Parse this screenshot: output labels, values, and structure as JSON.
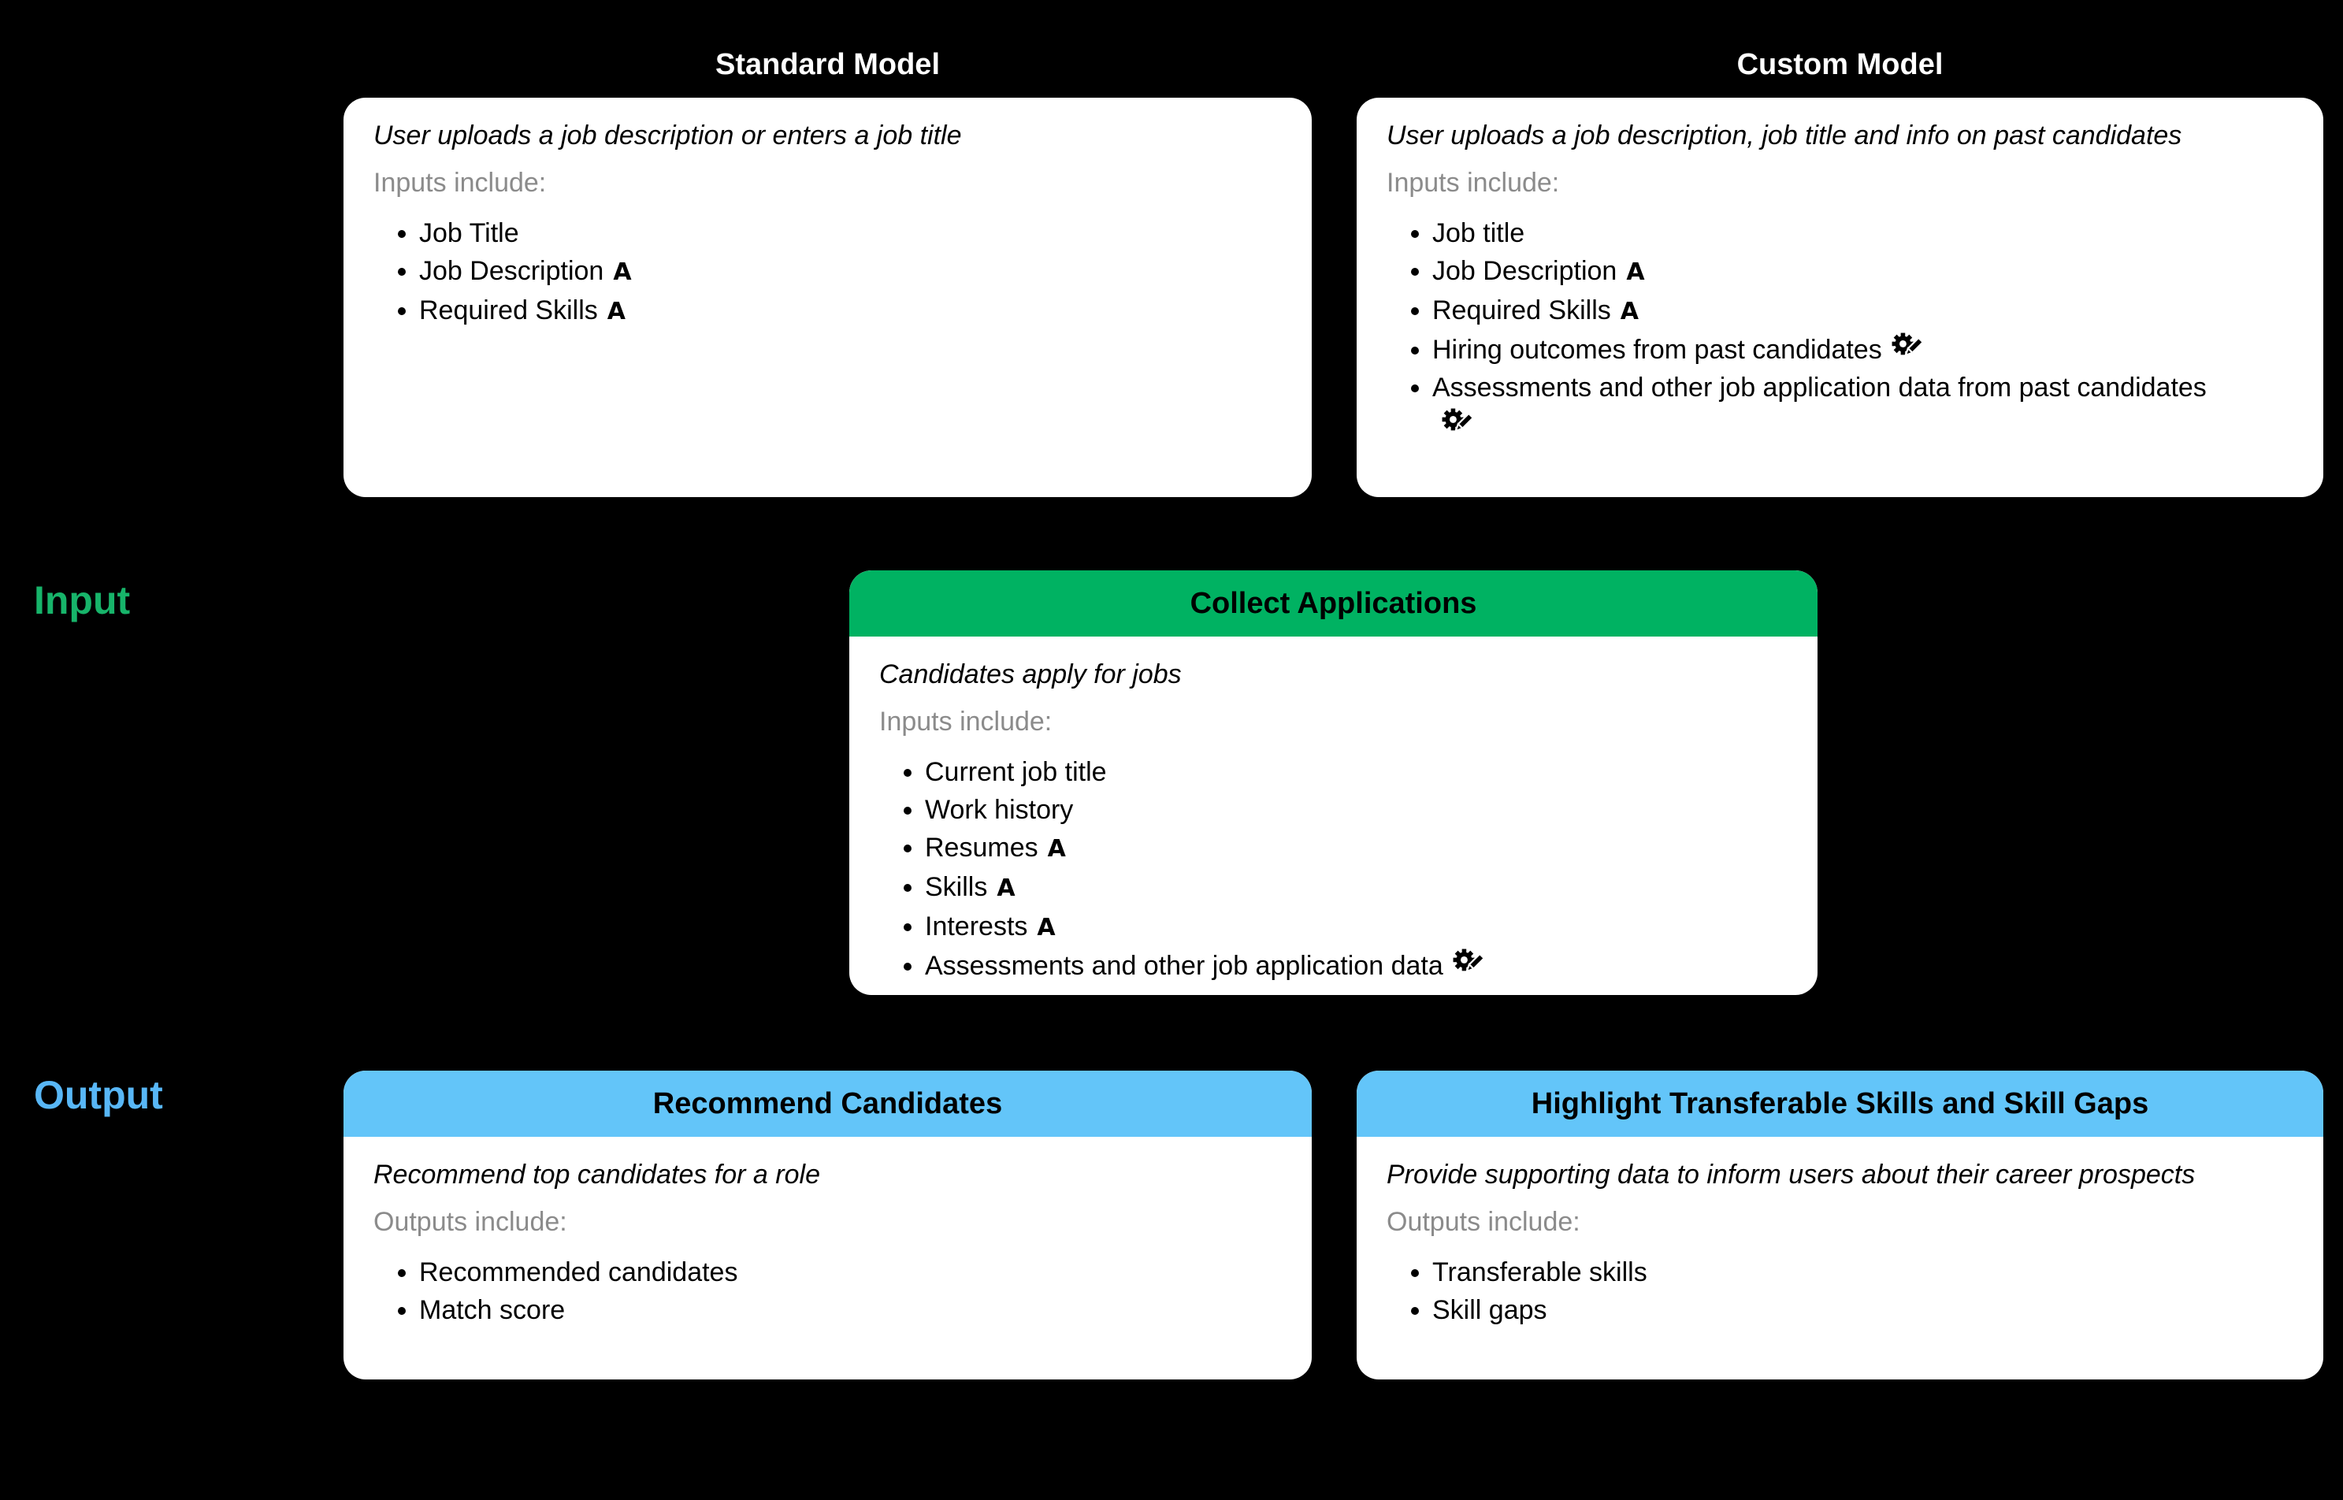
{
  "labels": {
    "input": "Input",
    "output": "Output"
  },
  "colors": {
    "background": "#000000",
    "card_background": "#FFFFFF",
    "input_header_green": "#00B262",
    "output_header_blue": "#63C5F9",
    "input_label_green": "#17B46A",
    "output_label_blue": "#58B7F7",
    "muted_text": "#8B8B8B",
    "body_text": "#000000",
    "top_title_text": "#FFFFFF"
  },
  "icons": {
    "text_attribute": {
      "semantic": "letter-a-icon",
      "glyph": "A"
    },
    "customizable": {
      "semantic": "gear-pencil-icon"
    }
  },
  "cards": {
    "standard_model": {
      "title": "Standard Model",
      "description": "User uploads a job description or enters a job title",
      "list_intro": "Inputs include:",
      "items": [
        {
          "text": "Job Title",
          "icon": ""
        },
        {
          "text": "Job Description",
          "icon": "text_attribute"
        },
        {
          "text": "Required Skills",
          "icon": "text_attribute"
        }
      ]
    },
    "custom_model": {
      "title": "Custom Model",
      "description": "User uploads a job description, job title and info on past candidates",
      "list_intro": "Inputs include:",
      "items": [
        {
          "text": "Job title",
          "icon": ""
        },
        {
          "text": "Job Description",
          "icon": "text_attribute"
        },
        {
          "text": "Required Skills",
          "icon": "text_attribute"
        },
        {
          "text": "Hiring outcomes from past candidates",
          "icon": "customizable"
        },
        {
          "text": "Assessments and other job application data from past candidates",
          "icon": "customizable"
        }
      ]
    },
    "collect_applications": {
      "title": "Collect Applications",
      "description": "Candidates apply for jobs",
      "list_intro": "Inputs include:",
      "items": [
        {
          "text": "Current job title",
          "icon": ""
        },
        {
          "text": "Work history",
          "icon": ""
        },
        {
          "text": "Resumes",
          "icon": "text_attribute"
        },
        {
          "text": "Skills",
          "icon": "text_attribute"
        },
        {
          "text": "Interests",
          "icon": "text_attribute"
        },
        {
          "text": "Assessments and other job application data",
          "icon": "customizable"
        }
      ]
    },
    "recommend_candidates": {
      "title": "Recommend Candidates",
      "description": "Recommend top candidates for a role",
      "list_intro": "Outputs include:",
      "items": [
        {
          "text": "Recommended candidates",
          "icon": ""
        },
        {
          "text": "Match score",
          "icon": ""
        }
      ]
    },
    "highlight_skills": {
      "title": "Highlight Transferable Skills and Skill Gaps",
      "description": "Provide supporting data to inform users about their career prospects",
      "list_intro": "Outputs include:",
      "items": [
        {
          "text": "Transferable skills",
          "icon": ""
        },
        {
          "text": "Skill gaps",
          "icon": ""
        }
      ]
    }
  }
}
